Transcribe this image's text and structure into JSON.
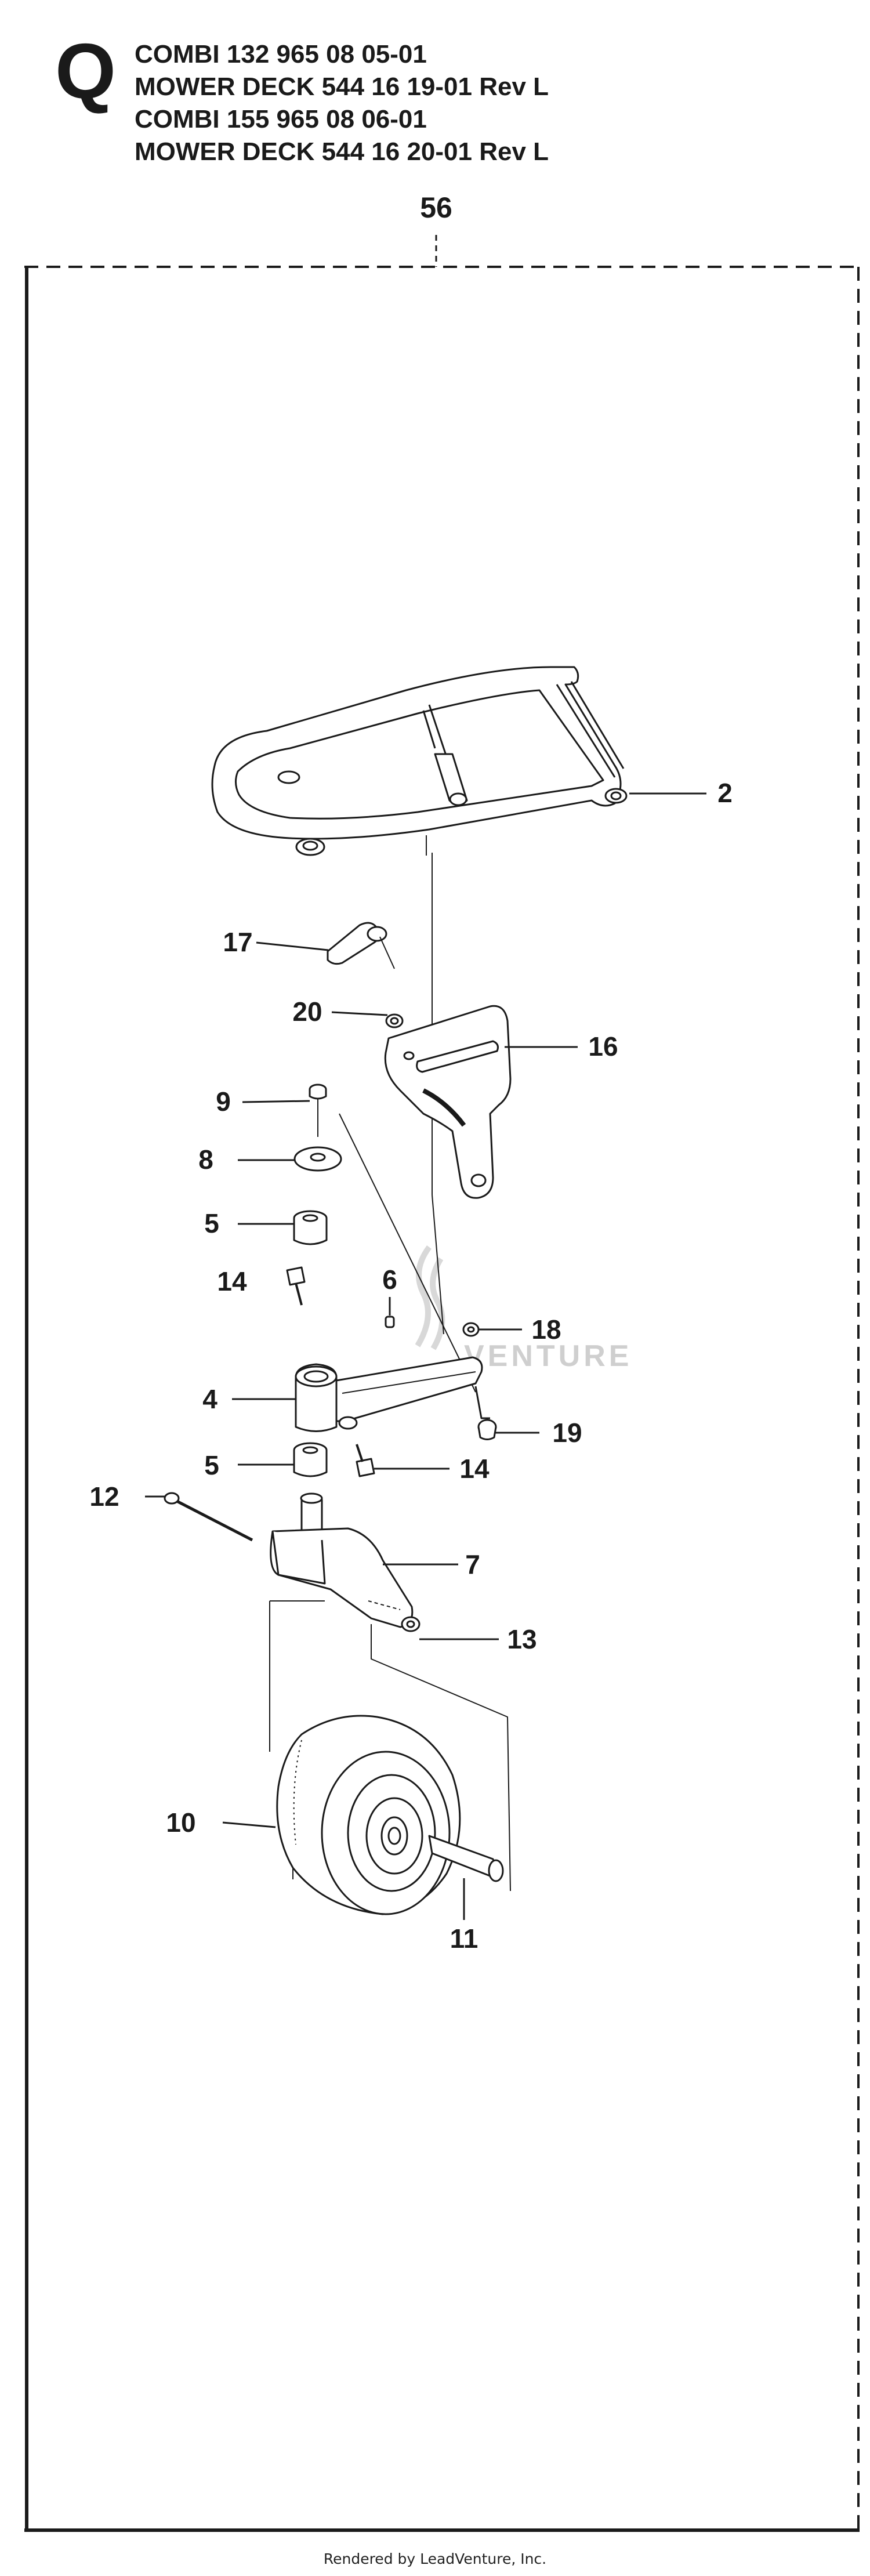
{
  "header": {
    "section_letter": "Q",
    "lines": [
      "COMBI 132  965 08 05-01",
      "MOWER DECK 544 16 19-01 Rev L",
      "COMBI 155  965 08 06-01",
      "MOWER DECK 544 16 20-01 Rev L"
    ]
  },
  "diagram": {
    "assembly_ref": "56",
    "watermark": "VENTURE",
    "callouts": [
      "2",
      "17",
      "20",
      "16",
      "9",
      "8",
      "5",
      "14",
      "6",
      "18",
      "4",
      "19",
      "5",
      "14",
      "12",
      "7",
      "13",
      "10",
      "11"
    ]
  },
  "footer": {
    "text": "Rendered by LeadVenture, Inc."
  }
}
